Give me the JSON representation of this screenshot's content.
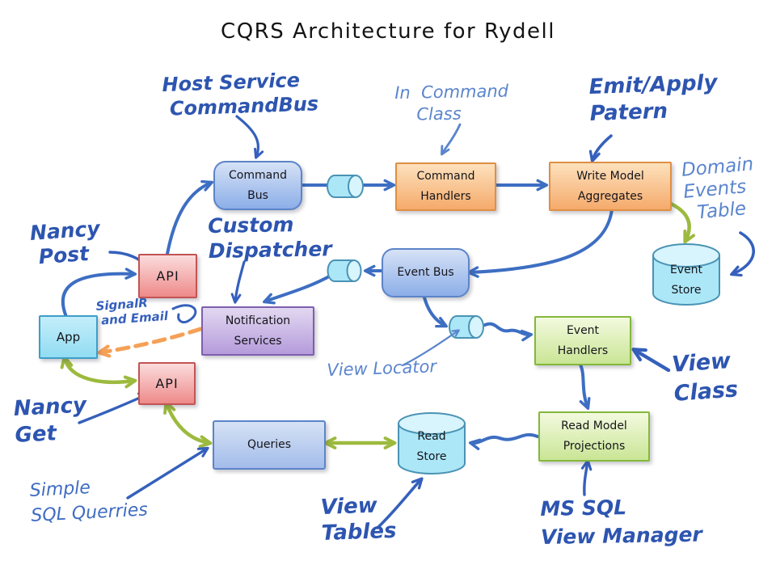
{
  "title": "CQRS Architecture for Rydell",
  "nodes": {
    "command_bus": "Command\nBus",
    "command_handlers": "Command\nHandlers",
    "write_model_aggregates": "Write Model\nAggregates",
    "event_bus": "Event Bus",
    "event_store": "Event\nStore",
    "notification_services": "Notification\nServices",
    "api_top": "API",
    "app": "App",
    "api_bottom": "API",
    "queries": "Queries",
    "event_handlers": "Event\nHandlers",
    "read_model_projections": "Read Model\nProjections",
    "read_store": "Read\nStore"
  },
  "annotations": {
    "host_service": "Host Service\n CommandBus",
    "in_command_class": "In  Command\n    Class",
    "emit_apply": "Emit/Apply\nPatern",
    "domain_events_table": "Domain\nEvents\n  Table",
    "nancy_post": "Nancy\n Post",
    "custom_dispatcher": "Custom\nDispatcher",
    "signalr_email": "SignalR\n and Email",
    "view_locator": "View Locator",
    "view_class": "View\nClass",
    "nancy_get": "Nancy\nGet",
    "simple_sql_queries": "Simple\nSQL Querries",
    "view_tables": "View\nTables",
    "ms_sql_view_manager": "MS SQL\nView Manager"
  },
  "colors": {
    "flow_blue": "#3d6ec2",
    "ink_blue": "#3560bc",
    "ink_light_blue": "#5b85cd",
    "flow_green": "#9cba3e",
    "dashed_orange": "#f5a057",
    "cylinder_fill": "#ace7f8",
    "cylinder_cap": "#d8f4fc"
  }
}
